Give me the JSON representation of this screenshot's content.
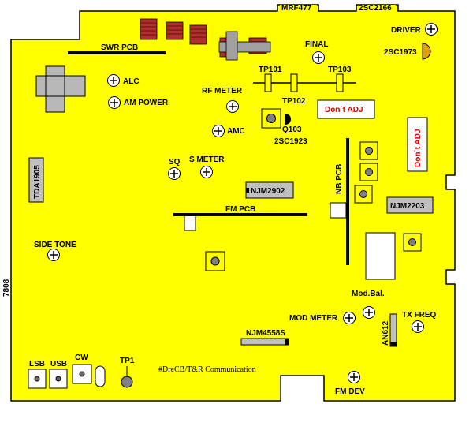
{
  "labels": {
    "mrf477": "MRF477",
    "twosc2166": "2SC2166",
    "driver": "DRIVER",
    "twosc1973": "2SC1973",
    "swr_pcb": "SWR PCB",
    "final": "FINAL",
    "alc": "ALC",
    "am_power": "AM POWER",
    "tp101": "TP101",
    "tp103": "TP103",
    "tp102": "TP102",
    "rf_meter": "RF METER",
    "dont_adj_1": "Don`t ADJ",
    "dont_adj_2": "Don`t ADJ",
    "q103": "Q103",
    "amc": "AMC",
    "twosc1923": "2SC1923",
    "tda1905": "TDA1905",
    "sq": "SQ",
    "s_meter": "S METER",
    "nb_pcb": "NB PCB",
    "njm2902": "NJM2902",
    "njm2203": "NJM2203",
    "fm_pcb": "FM PCB",
    "side_tone": "SIDE TONE",
    "r7808": "7808",
    "mod_bal": "Mod.Bal.",
    "mod_meter": "MOD METER",
    "tx_freq": "TX FREQ",
    "an612": "AN612",
    "njm4558s": "NJM4558S",
    "lsb": "LSB",
    "usb": "USB",
    "cw": "CW",
    "tp1": "TP1",
    "credit": "#DreCB/T&R Communication",
    "fm_dev": "FM DEV"
  },
  "colors": {
    "board": "#ffff00",
    "outline": "#000000",
    "chip": "#c0c0c0",
    "coil": "#b03030",
    "warning_text": "#e00000",
    "transistor_cap": "#e0a000"
  },
  "icons": {
    "adjust_point": "trimmer-pot-crosshair-icon",
    "switch": "push-switch-icon"
  }
}
